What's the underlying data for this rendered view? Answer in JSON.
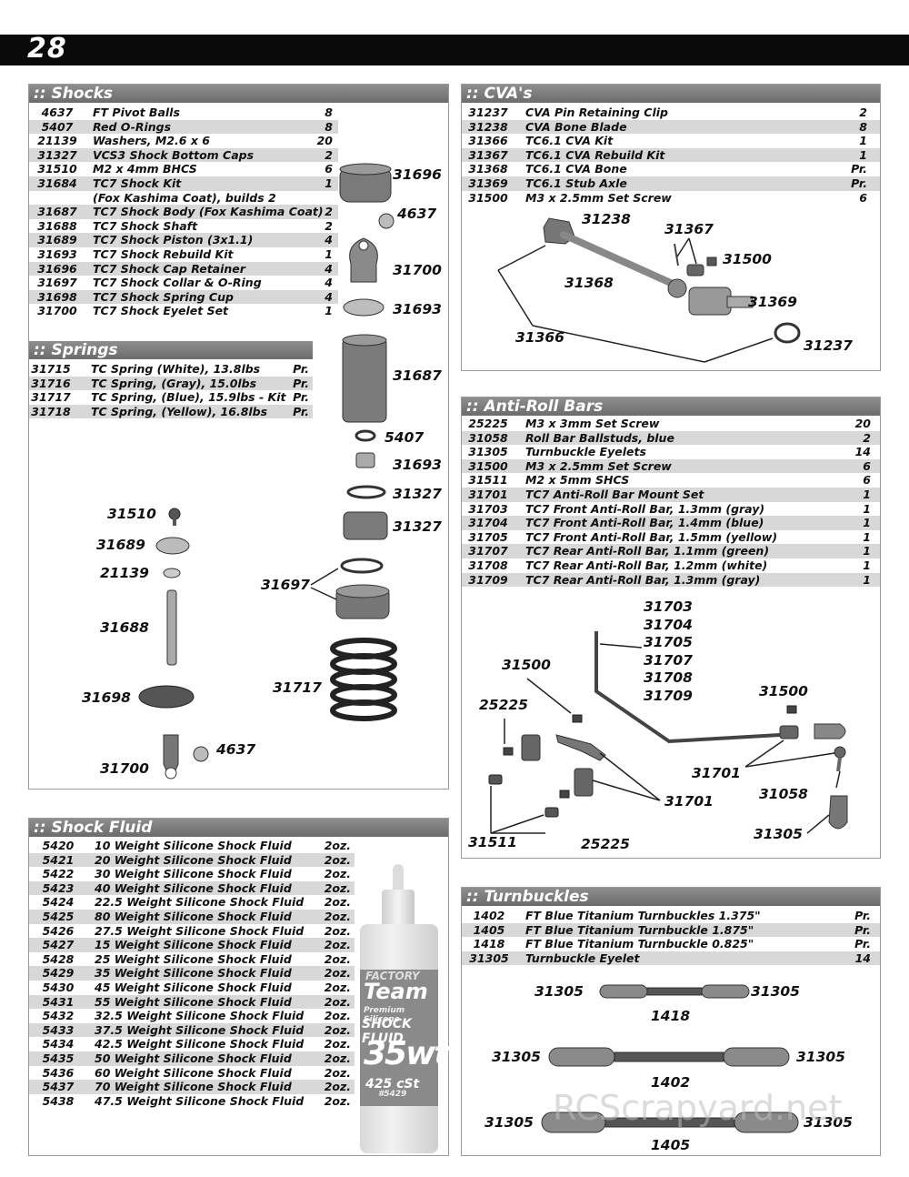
{
  "page": {
    "number": "28",
    "watermark": "RCScrapyard.net"
  },
  "shocks": {
    "title": ":: Shocks",
    "rows": [
      {
        "code": "4637",
        "desc": "FT Pivot Balls",
        "qty": "8"
      },
      {
        "code": "5407",
        "desc": "Red O-Rings",
        "qty": "8"
      },
      {
        "code": "21139",
        "desc": "Washers, M2.6 x 6",
        "qty": "20"
      },
      {
        "code": "31327",
        "desc": "VCS3 Shock Bottom Caps",
        "qty": "2"
      },
      {
        "code": "31510",
        "desc": "M2 x 4mm BHCS",
        "qty": "6"
      },
      {
        "code": "31684",
        "desc": "TC7 Shock Kit",
        "qty": "1"
      },
      {
        "code": "",
        "desc": "(Fox Kashima Coat), builds 2",
        "qty": ""
      },
      {
        "code": "31687",
        "desc": "TC7 Shock Body (Fox Kashima Coat)",
        "qty": "2"
      },
      {
        "code": "31688",
        "desc": "TC7 Shock Shaft",
        "qty": "2"
      },
      {
        "code": "31689",
        "desc": "TC7 Shock Piston (3x1.1)",
        "qty": "4"
      },
      {
        "code": "31693",
        "desc": "TC7 Shock Rebuild Kit",
        "qty": "1"
      },
      {
        "code": "31696",
        "desc": "TC7 Shock Cap Retainer",
        "qty": "4"
      },
      {
        "code": "31697",
        "desc": "TC7 Shock Collar & O-Ring",
        "qty": "4"
      },
      {
        "code": "31698",
        "desc": "TC7 Shock Spring Cup",
        "qty": "4"
      },
      {
        "code": "31700",
        "desc": "TC7 Shock Eyelet Set",
        "qty": "1"
      }
    ],
    "labels": [
      "31696",
      "4637",
      "31700",
      "31693",
      "31687",
      "5407",
      "31693",
      "31327",
      "31327",
      "31697",
      "31717",
      "31510",
      "31689",
      "21139",
      "31688",
      "31698",
      "4637",
      "31700"
    ]
  },
  "springs": {
    "title": ":: Springs",
    "rows": [
      {
        "code": "31715",
        "desc": "TC Spring (White), 13.8lbs",
        "qty": "Pr."
      },
      {
        "code": "31716",
        "desc": "TC Spring, (Gray), 15.0lbs",
        "qty": "Pr."
      },
      {
        "code": "31717",
        "desc": "TC Spring, (Blue), 15.9lbs - Kit",
        "qty": "Pr."
      },
      {
        "code": "31718",
        "desc": "TC Spring, (Yellow), 16.8lbs",
        "qty": "Pr."
      }
    ]
  },
  "cvas": {
    "title": ":: CVA's",
    "rows": [
      {
        "code": "31237",
        "desc": "CVA Pin Retaining Clip",
        "qty": "2"
      },
      {
        "code": "31238",
        "desc": "CVA Bone Blade",
        "qty": "8"
      },
      {
        "code": "31366",
        "desc": "TC6.1 CVA Kit",
        "qty": "1"
      },
      {
        "code": "31367",
        "desc": "TC6.1 CVA Rebuild Kit",
        "qty": "1"
      },
      {
        "code": "31368",
        "desc": "TC6.1 CVA Bone",
        "qty": "Pr."
      },
      {
        "code": "31369",
        "desc": "TC6.1 Stub Axle",
        "qty": "Pr."
      },
      {
        "code": "31500",
        "desc": "M3 x 2.5mm Set Screw",
        "qty": "6"
      }
    ],
    "labels": [
      "31238",
      "31367",
      "31500",
      "31368",
      "31369",
      "31366",
      "31237"
    ]
  },
  "antiroll": {
    "title": ":: Anti-Roll Bars",
    "rows": [
      {
        "code": "25225",
        "desc": "M3 x 3mm Set Screw",
        "qty": "20"
      },
      {
        "code": "31058",
        "desc": "Roll Bar Ballstuds, blue",
        "qty": "2"
      },
      {
        "code": "31305",
        "desc": "Turnbuckle Eyelets",
        "qty": "14"
      },
      {
        "code": "31500",
        "desc": "M3 x 2.5mm Set Screw",
        "qty": "6"
      },
      {
        "code": "31511",
        "desc": "M2 x 5mm SHCS",
        "qty": "6"
      },
      {
        "code": "31701",
        "desc": "TC7 Anti-Roll Bar Mount Set",
        "qty": "1"
      },
      {
        "code": "31703",
        "desc": "TC7 Front Anti-Roll Bar, 1.3mm (gray)",
        "qty": "1"
      },
      {
        "code": "31704",
        "desc": "TC7 Front Anti-Roll Bar, 1.4mm (blue)",
        "qty": "1"
      },
      {
        "code": "31705",
        "desc": "TC7 Front Anti-Roll Bar, 1.5mm (yellow)",
        "qty": "1"
      },
      {
        "code": "31707",
        "desc": "TC7 Rear Anti-Roll Bar, 1.1mm (green)",
        "qty": "1"
      },
      {
        "code": "31708",
        "desc": "TC7 Rear Anti-Roll Bar, 1.2mm (white)",
        "qty": "1"
      },
      {
        "code": "31709",
        "desc": "TC7 Rear Anti-Roll Bar, 1.3mm (gray)",
        "qty": "1"
      }
    ],
    "labels": [
      "31703",
      "31704",
      "31705",
      "31707",
      "31708",
      "31709",
      "31500",
      "31500",
      "25225",
      "31701",
      "31058",
      "31701",
      "31305",
      "31511",
      "25225"
    ]
  },
  "shockfluid": {
    "title": ":: Shock Fluid",
    "rows": [
      {
        "code": "5420",
        "desc": "10 Weight Silicone Shock Fluid",
        "qty": "2oz."
      },
      {
        "code": "5421",
        "desc": "20 Weight Silicone Shock Fluid",
        "qty": "2oz."
      },
      {
        "code": "5422",
        "desc": "30 Weight Silicone Shock Fluid",
        "qty": "2oz."
      },
      {
        "code": "5423",
        "desc": "40 Weight Silicone Shock Fluid",
        "qty": "2oz."
      },
      {
        "code": "5424",
        "desc": "22.5 Weight Silicone Shock Fluid",
        "qty": "2oz."
      },
      {
        "code": "5425",
        "desc": "80 Weight Silicone Shock Fluid",
        "qty": "2oz."
      },
      {
        "code": "5426",
        "desc": "27.5 Weight Silicone Shock Fluid",
        "qty": "2oz."
      },
      {
        "code": "5427",
        "desc": "15 Weight Silicone Shock Fluid",
        "qty": "2oz."
      },
      {
        "code": "5428",
        "desc": "25 Weight Silicone Shock Fluid",
        "qty": "2oz."
      },
      {
        "code": "5429",
        "desc": "35 Weight Silicone Shock Fluid",
        "qty": "2oz."
      },
      {
        "code": "5430",
        "desc": "45 Weight Silicone Shock Fluid",
        "qty": "2oz."
      },
      {
        "code": "5431",
        "desc": "55 Weight Silicone Shock Fluid",
        "qty": "2oz."
      },
      {
        "code": "5432",
        "desc": "32.5 Weight Silicone Shock Fluid",
        "qty": "2oz."
      },
      {
        "code": "5433",
        "desc": "37.5 Weight Silicone Shock Fluid",
        "qty": "2oz."
      },
      {
        "code": "5434",
        "desc": "42.5 Weight Silicone Shock Fluid",
        "qty": "2oz."
      },
      {
        "code": "5435",
        "desc": "50 Weight Silicone Shock Fluid",
        "qty": "2oz."
      },
      {
        "code": "5436",
        "desc": "60 Weight Silicone Shock Fluid",
        "qty": "2oz."
      },
      {
        "code": "5437",
        "desc": "70 Weight Silicone Shock Fluid",
        "qty": "2oz."
      },
      {
        "code": "5438",
        "desc": "47.5 Weight Silicone Shock Fluid",
        "qty": "2oz."
      }
    ],
    "bottle": {
      "brand_top": "FACTORY",
      "brand": "Team",
      "line1": "Premium Silicone",
      "line2": "SHOCK FLUID",
      "weight": "35wt",
      "cst": "425 cSt",
      "part": "#5429"
    }
  },
  "turnbuckles": {
    "title": ":: Turnbuckles",
    "rows": [
      {
        "code": "1402",
        "desc": "FT Blue Titanium Turnbuckles 1.375\"",
        "qty": "Pr."
      },
      {
        "code": "1405",
        "desc": "FT Blue Titanium Turnbuckle 1.875\"",
        "qty": "Pr."
      },
      {
        "code": "1418",
        "desc": "FT Blue Titanium Turnbuckle 0.825\"",
        "qty": "Pr."
      },
      {
        "code": "31305",
        "desc": "Turnbuckle Eyelet",
        "qty": "14"
      }
    ],
    "labels": [
      "31305",
      "31305",
      "1418",
      "31305",
      "31305",
      "1402",
      "31305",
      "31305",
      "1405"
    ]
  }
}
